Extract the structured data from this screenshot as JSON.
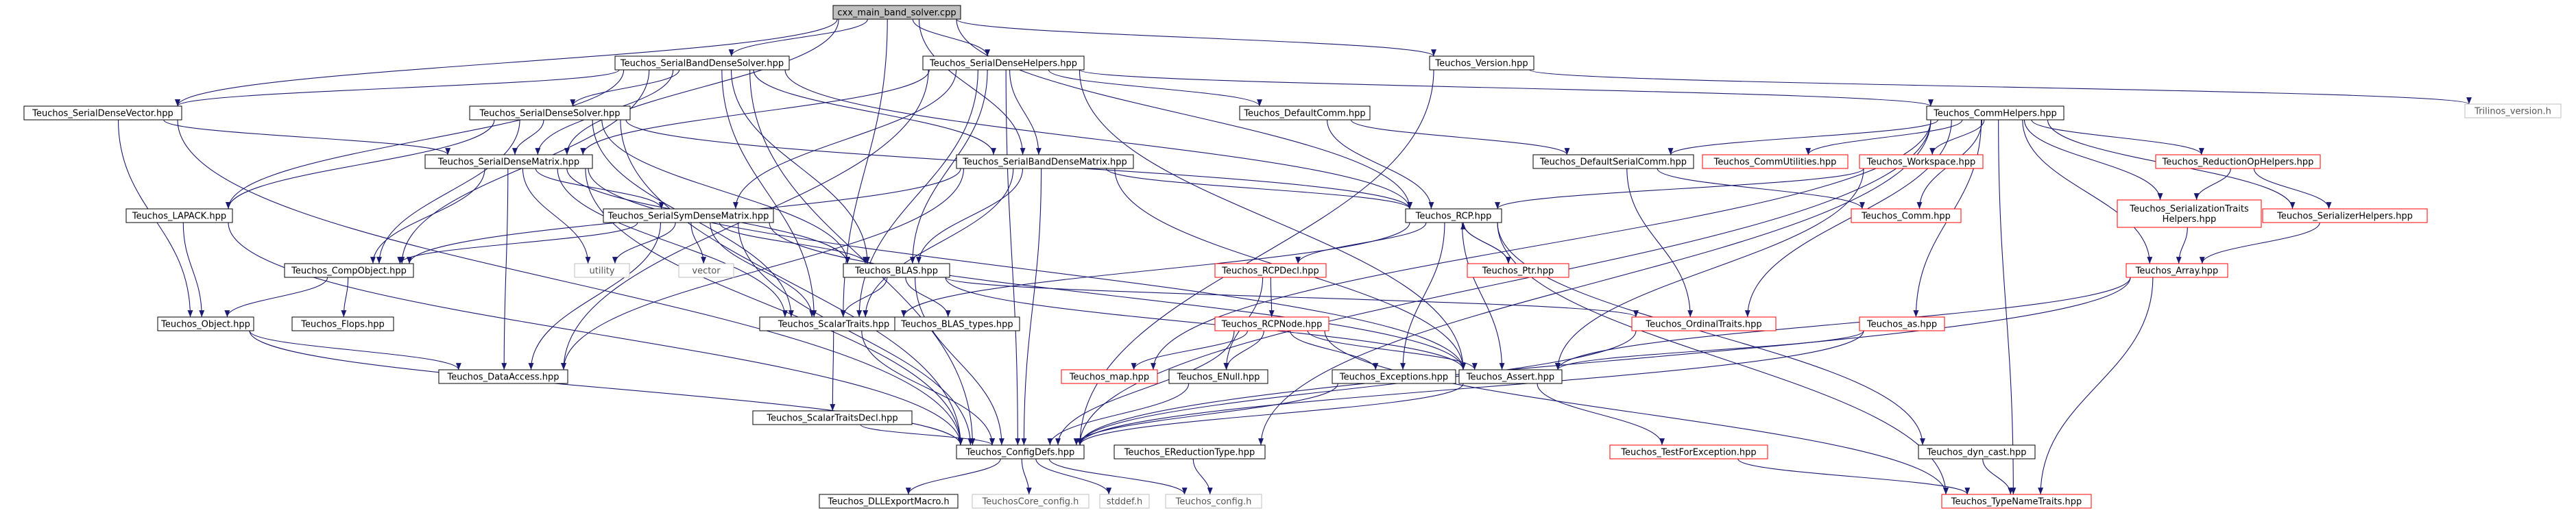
{
  "diagram": {
    "type": "include-dependency-graph",
    "colors": {
      "root_fill": "#bfbfbf",
      "node_border": "#000000",
      "node_border_red": "#ff0000",
      "node_border_gray": "#bfbfbf",
      "edge": "#191970",
      "background": "#ffffff"
    },
    "nodes": [
      {
        "id": "root",
        "label": "cxx_main_band_solver.cpp",
        "style": "root"
      },
      {
        "id": "sbds",
        "label": "Teuchos_SerialBandDenseSolver.hpp",
        "style": "black"
      },
      {
        "id": "sdh",
        "label": "Teuchos_SerialDenseHelpers.hpp",
        "style": "black"
      },
      {
        "id": "ver",
        "label": "Teuchos_Version.hpp",
        "style": "black"
      },
      {
        "id": "triv",
        "label": "Trilinos_version.h",
        "style": "gray"
      },
      {
        "id": "sdv",
        "label": "Teuchos_SerialDenseVector.hpp",
        "style": "black"
      },
      {
        "id": "sds",
        "label": "Teuchos_SerialDenseSolver.hpp",
        "style": "black"
      },
      {
        "id": "dcomm",
        "label": "Teuchos_DefaultComm.hpp",
        "style": "black"
      },
      {
        "id": "ch",
        "label": "Teuchos_CommHelpers.hpp",
        "style": "black"
      },
      {
        "id": "sdm",
        "label": "Teuchos_SerialDenseMatrix.hpp",
        "style": "black"
      },
      {
        "id": "sbdm",
        "label": "Teuchos_SerialBandDenseMatrix.hpp",
        "style": "black"
      },
      {
        "id": "dscomm",
        "label": "Teuchos_DefaultSerialComm.hpp",
        "style": "black"
      },
      {
        "id": "cu",
        "label": "Teuchos_CommUtilities.hpp",
        "style": "red"
      },
      {
        "id": "ws",
        "label": "Teuchos_Workspace.hpp",
        "style": "red"
      },
      {
        "id": "roph",
        "label": "Teuchos_ReductionOpHelpers.hpp",
        "style": "red"
      },
      {
        "id": "lapack",
        "label": "Teuchos_LAPACK.hpp",
        "style": "black"
      },
      {
        "id": "ssdm",
        "label": "Teuchos_SerialSymDenseMatrix.hpp",
        "style": "black"
      },
      {
        "id": "rcp",
        "label": "Teuchos_RCP.hpp",
        "style": "black"
      },
      {
        "id": "comm",
        "label": "Teuchos_Comm.hpp",
        "style": "red"
      },
      {
        "id": "sth",
        "label": [
          "Teuchos_SerializationTraits",
          "Helpers.hpp"
        ],
        "style": "red"
      },
      {
        "id": "sh",
        "label": "Teuchos_SerializerHelpers.hpp",
        "style": "red"
      },
      {
        "id": "co",
        "label": "Teuchos_CompObject.hpp",
        "style": "black"
      },
      {
        "id": "utility",
        "label": "utility",
        "style": "gray"
      },
      {
        "id": "vector",
        "label": "vector",
        "style": "gray"
      },
      {
        "id": "blas",
        "label": "Teuchos_BLAS.hpp",
        "style": "black"
      },
      {
        "id": "rcpdecl",
        "label": "Teuchos_RCPDecl.hpp",
        "style": "red"
      },
      {
        "id": "ptr",
        "label": "Teuchos_Ptr.hpp",
        "style": "red"
      },
      {
        "id": "array",
        "label": "Teuchos_Array.hpp",
        "style": "red"
      },
      {
        "id": "obj",
        "label": "Teuchos_Object.hpp",
        "style": "black"
      },
      {
        "id": "flops",
        "label": "Teuchos_Flops.hpp",
        "style": "black"
      },
      {
        "id": "st",
        "label": "Teuchos_ScalarTraits.hpp",
        "style": "black"
      },
      {
        "id": "blast",
        "label": "Teuchos_BLAS_types.hpp",
        "style": "black"
      },
      {
        "id": "ot",
        "label": "Teuchos_OrdinalTraits.hpp",
        "style": "red"
      },
      {
        "id": "as",
        "label": "Teuchos_as.hpp",
        "style": "red"
      },
      {
        "id": "rcpnode",
        "label": "Teuchos_RCPNode.hpp",
        "style": "red"
      },
      {
        "id": "da",
        "label": "Teuchos_DataAccess.hpp",
        "style": "black"
      },
      {
        "id": "map",
        "label": "Teuchos_map.hpp",
        "style": "red"
      },
      {
        "id": "enull",
        "label": "Teuchos_ENull.hpp",
        "style": "black"
      },
      {
        "id": "exc",
        "label": "Teuchos_Exceptions.hpp",
        "style": "black"
      },
      {
        "id": "assert",
        "label": "Teuchos_Assert.hpp",
        "style": "black"
      },
      {
        "id": "stdecl",
        "label": "Teuchos_ScalarTraitsDecl.hpp",
        "style": "black"
      },
      {
        "id": "cd",
        "label": "Teuchos_ConfigDefs.hpp",
        "style": "black"
      },
      {
        "id": "ert",
        "label": "Teuchos_EReductionType.hpp",
        "style": "black"
      },
      {
        "id": "tfe",
        "label": "Teuchos_TestForException.hpp",
        "style": "red"
      },
      {
        "id": "dyn",
        "label": "Teuchos_dyn_cast.hpp",
        "style": "black"
      },
      {
        "id": "dll",
        "label": "Teuchos_DLLExportMacro.h",
        "style": "black"
      },
      {
        "id": "corecfg",
        "label": "TeuchosCore_config.h",
        "style": "gray"
      },
      {
        "id": "stddef",
        "label": "stddef.h",
        "style": "gray"
      },
      {
        "id": "tcfg",
        "label": "Teuchos_config.h",
        "style": "gray"
      },
      {
        "id": "tnt",
        "label": "Teuchos_TypeNameTraits.hpp",
        "style": "red"
      }
    ],
    "edges": [
      [
        "root",
        "sbds"
      ],
      [
        "root",
        "sdh"
      ],
      [
        "root",
        "ver"
      ],
      [
        "root",
        "sdv"
      ],
      [
        "root",
        "sdm"
      ],
      [
        "root",
        "sbdm"
      ],
      [
        "root",
        "st"
      ],
      [
        "root",
        "rcp"
      ],
      [
        "sbds",
        "sdv"
      ],
      [
        "sbds",
        "sds"
      ],
      [
        "sbds",
        "sdm"
      ],
      [
        "sbds",
        "sbdm"
      ],
      [
        "sbds",
        "lapack"
      ],
      [
        "sbds",
        "co"
      ],
      [
        "sbds",
        "blas"
      ],
      [
        "sbds",
        "st"
      ],
      [
        "sbds",
        "rcp"
      ],
      [
        "sbds",
        "cd"
      ],
      [
        "sdh",
        "sdm"
      ],
      [
        "sdh",
        "sbdm"
      ],
      [
        "sdh",
        "ssdm"
      ],
      [
        "sdh",
        "dcomm"
      ],
      [
        "sdh",
        "ch"
      ],
      [
        "sdh",
        "st"
      ],
      [
        "sdh",
        "blas"
      ],
      [
        "sdh",
        "da"
      ],
      [
        "sdh",
        "cd"
      ],
      [
        "sdh",
        "assert"
      ],
      [
        "ver",
        "triv"
      ],
      [
        "ver",
        "cd"
      ],
      [
        "sdv",
        "sdm"
      ],
      [
        "sdv",
        "obj"
      ],
      [
        "sdv",
        "cd"
      ],
      [
        "sds",
        "sdm"
      ],
      [
        "sds",
        "lapack"
      ],
      [
        "sds",
        "co"
      ],
      [
        "sds",
        "blas"
      ],
      [
        "sds",
        "st"
      ],
      [
        "sds",
        "rcp"
      ],
      [
        "sds",
        "cd"
      ],
      [
        "dcomm",
        "dscomm"
      ],
      [
        "dcomm",
        "rcp"
      ],
      [
        "ch",
        "cu"
      ],
      [
        "ch",
        "ws"
      ],
      [
        "ch",
        "roph"
      ],
      [
        "ch",
        "comm"
      ],
      [
        "ch",
        "sth"
      ],
      [
        "ch",
        "sh"
      ],
      [
        "ch",
        "array"
      ],
      [
        "ch",
        "as"
      ],
      [
        "ch",
        "ot"
      ],
      [
        "ch",
        "map"
      ],
      [
        "ch",
        "ert"
      ],
      [
        "ch",
        "tnt"
      ],
      [
        "ch",
        "cd"
      ],
      [
        "ch",
        "dscomm"
      ],
      [
        "sdm",
        "co"
      ],
      [
        "sdm",
        "blas"
      ],
      [
        "sdm",
        "st"
      ],
      [
        "sdm",
        "da"
      ],
      [
        "sdm",
        "cd"
      ],
      [
        "sdm",
        "utility"
      ],
      [
        "sdm",
        "ssdm"
      ],
      [
        "sdm",
        "assert"
      ],
      [
        "sbdm",
        "co"
      ],
      [
        "sbdm",
        "blas"
      ],
      [
        "sbdm",
        "st"
      ],
      [
        "sbdm",
        "da"
      ],
      [
        "sbdm",
        "cd"
      ],
      [
        "sbdm",
        "rcp"
      ],
      [
        "sbdm",
        "assert"
      ],
      [
        "dscomm",
        "comm"
      ],
      [
        "dscomm",
        "ot"
      ],
      [
        "ws",
        "rcp"
      ],
      [
        "ws",
        "assert"
      ],
      [
        "roph",
        "sth"
      ],
      [
        "roph",
        "sh"
      ],
      [
        "lapack",
        "obj"
      ],
      [
        "lapack",
        "cd"
      ],
      [
        "ssdm",
        "co"
      ],
      [
        "ssdm",
        "blas"
      ],
      [
        "ssdm",
        "st"
      ],
      [
        "ssdm",
        "da"
      ],
      [
        "ssdm",
        "cd"
      ],
      [
        "ssdm",
        "utility"
      ],
      [
        "ssdm",
        "vector"
      ],
      [
        "ssdm",
        "assert"
      ],
      [
        "rcp",
        "rcpdecl"
      ],
      [
        "rcp",
        "ptr"
      ],
      [
        "rcp",
        "exc"
      ],
      [
        "rcp",
        "assert"
      ],
      [
        "rcp",
        "dyn"
      ],
      [
        "rcp",
        "tnt"
      ],
      [
        "rcp",
        "st"
      ],
      [
        "sth",
        "array"
      ],
      [
        "sh",
        "array"
      ],
      [
        "co",
        "obj"
      ],
      [
        "co",
        "flops"
      ],
      [
        "blas",
        "st"
      ],
      [
        "blas",
        "blast"
      ],
      [
        "blas",
        "ot"
      ],
      [
        "blas",
        "assert"
      ],
      [
        "blas",
        "cd"
      ],
      [
        "rcpdecl",
        "rcpnode"
      ],
      [
        "rcpdecl",
        "enull"
      ],
      [
        "ptr",
        "rcp"
      ],
      [
        "array",
        "assert"
      ],
      [
        "array",
        "tnt"
      ],
      [
        "array",
        "cd"
      ],
      [
        "obj",
        "cd"
      ],
      [
        "obj",
        "da"
      ],
      [
        "st",
        "stdecl"
      ],
      [
        "st",
        "cd"
      ],
      [
        "ot",
        "cd"
      ],
      [
        "as",
        "assert"
      ],
      [
        "as",
        "cd"
      ],
      [
        "rcpnode",
        "map"
      ],
      [
        "rcpnode",
        "enull"
      ],
      [
        "rcpnode",
        "exc"
      ],
      [
        "rcpnode",
        "assert"
      ],
      [
        "rcpnode",
        "cd"
      ],
      [
        "rcpnode",
        "tnt"
      ],
      [
        "enull",
        "cd"
      ],
      [
        "exc",
        "cd"
      ],
      [
        "assert",
        "tfe"
      ],
      [
        "assert",
        "cd"
      ],
      [
        "stdecl",
        "cd"
      ],
      [
        "cd",
        "dll"
      ],
      [
        "cd",
        "corecfg"
      ],
      [
        "cd",
        "stddef"
      ],
      [
        "cd",
        "tcfg"
      ],
      [
        "ert",
        "tcfg"
      ],
      [
        "tfe",
        "tnt"
      ],
      [
        "dyn",
        "tnt"
      ]
    ]
  }
}
